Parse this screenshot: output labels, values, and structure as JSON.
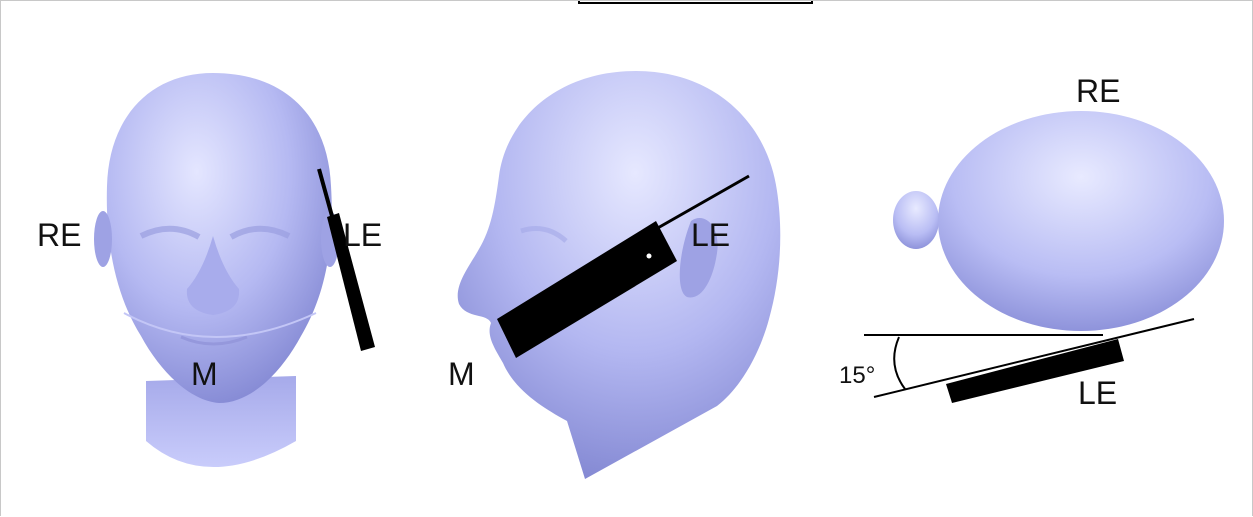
{
  "colors": {
    "head_light": "#d9dcff",
    "head_mid": "#aeb2ef",
    "head_dark": "#7d82cf",
    "phone": "#000000",
    "line": "#000000"
  },
  "views": {
    "front": {
      "right_ear": "RE",
      "left_ear": "LE",
      "mouth": "M"
    },
    "side": {
      "left_ear": "LE",
      "mouth": "M"
    },
    "top": {
      "right_ear": "RE",
      "left_ear": "LE",
      "angle": "15°"
    }
  }
}
